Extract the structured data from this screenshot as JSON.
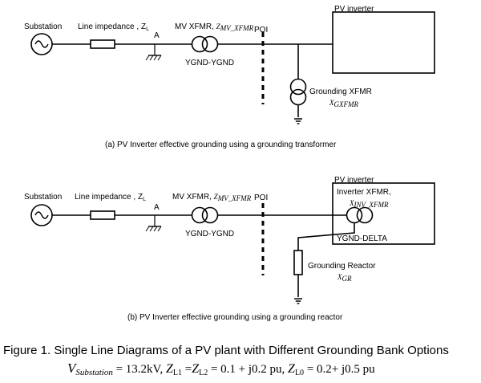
{
  "diagram_a": {
    "substation": "Substation",
    "line_impedance": "Line impedance , Z",
    "line_impedance_sub": "L",
    "node_a": "A",
    "mv_xfmr": "MV XFMR, ",
    "mv_xfmr_symbol": "Z",
    "mv_xfmr_sub": "MV_XFMR",
    "ygnd": "YGND-YGND",
    "poi": "POI",
    "pv_inverter": "PV inverter",
    "grounding_xfmr": "Grounding  XFMR",
    "grounding_xfmr_symbol": "X",
    "grounding_xfmr_sub": "GXFMR",
    "caption": "(a) PV Inverter effective grounding using a grounding transformer"
  },
  "diagram_b": {
    "substation": "Substation",
    "line_impedance": "Line impedance , Z",
    "line_impedance_sub": "L",
    "node_a": "A",
    "mv_xfmr": "MV XFMR, ",
    "mv_xfmr_symbol": "Z",
    "mv_xfmr_sub": "MV_XFMR",
    "ygnd": "YGND-YGND",
    "poi": "POI",
    "pv_inverter": "PV inverter",
    "inverter_xfmr": "Inverter XFMR,",
    "inverter_xfmr_symbol": "X",
    "inverter_xfmr_sub": "INV_XFMR",
    "ygnd_delta": "YGND-DELTA",
    "grounding_reactor": "Grounding  Reactor",
    "grounding_reactor_symbol": "X",
    "grounding_reactor_sub": "GR",
    "caption": "(b) PV Inverter effective grounding using a grounding reactor"
  },
  "figure": {
    "title": "Figure 1. Single Line Diagrams of a PV plant with Different Grounding Bank Options",
    "eq_v": "V",
    "eq_v_sub": "Substation",
    "eq_eq": " =  13.2kV, ",
    "eq_z": "Z",
    "eq_zl1_sub": "L1",
    "eq_mid1": " =",
    "eq_zl2_sub": "L2",
    "eq_mid2": " = 0.1 + j0.2 pu, ",
    "eq_zl0_sub": "L0",
    "eq_mid3": " = 0.2+ j0.5 pu"
  }
}
